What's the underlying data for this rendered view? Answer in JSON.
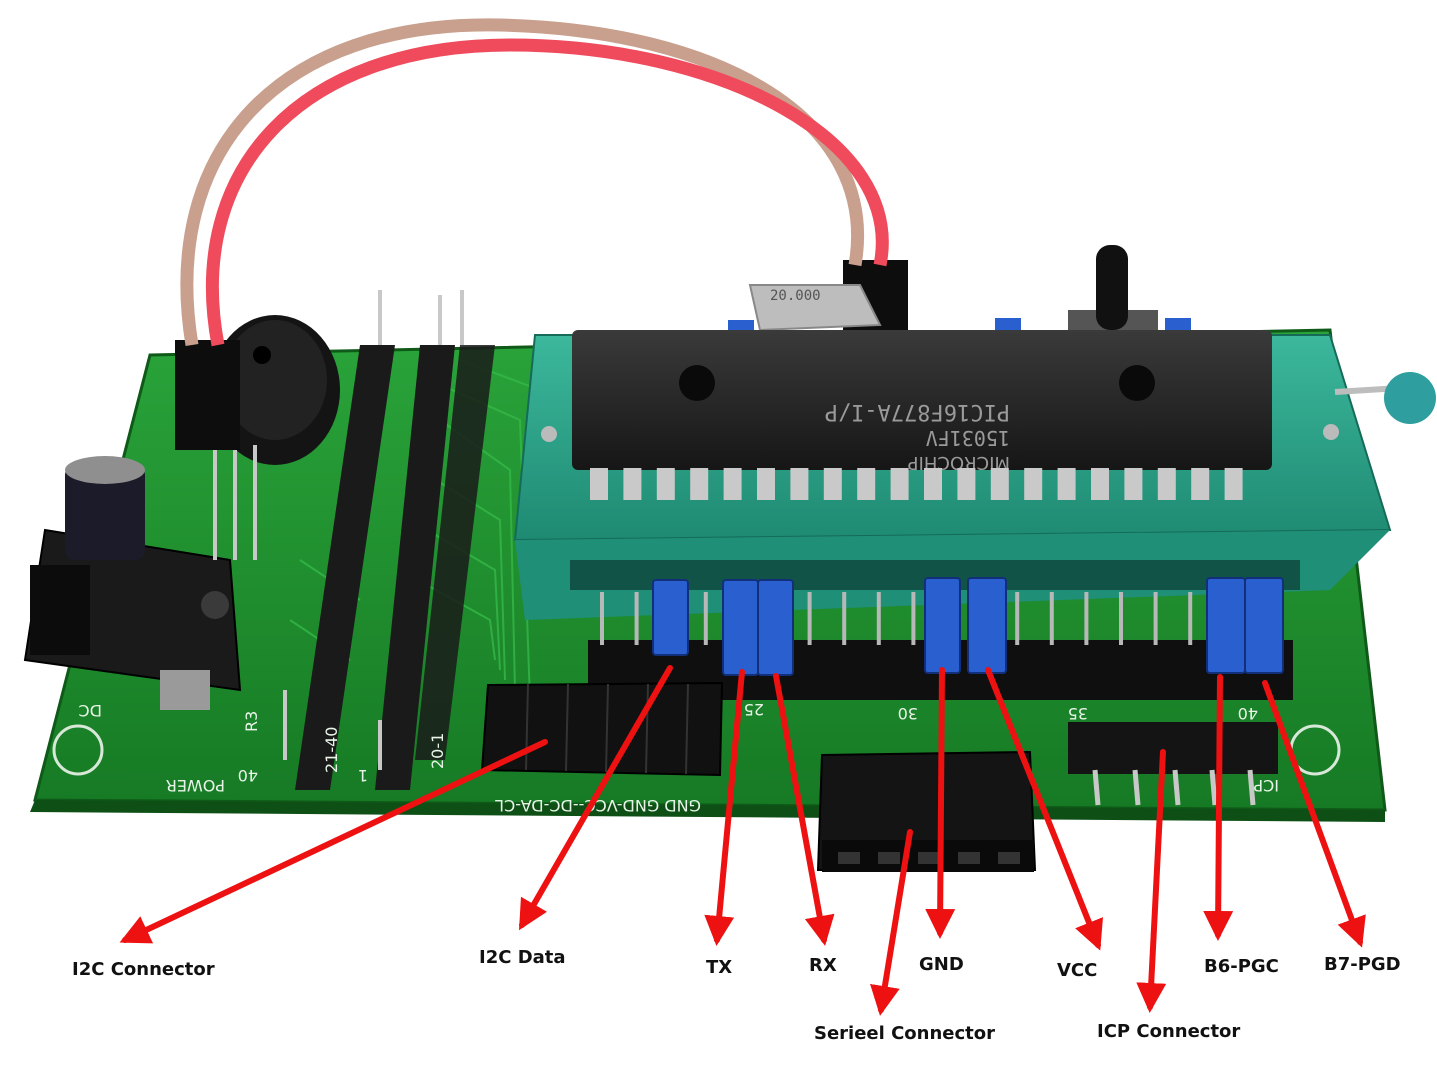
{
  "labels": {
    "i2c_connector": "I2C Connector",
    "i2c_data": "I2C Data",
    "tx": "TX",
    "rx": "RX",
    "gnd": "GND",
    "vcc": "VCC",
    "b6_pgc": "B6-PGC",
    "b7_pgd": "B7-PGD",
    "serieel_connector": "Serieel Connector",
    "icp_connector": "ICP Connector"
  },
  "board": {
    "chip_line1": "PIC16F877A-I/P",
    "chip_line2": "15031FV",
    "chip_brand": "MICROCHIP",
    "crystal": "20.000",
    "silk_header": "GND GND-VCC--DC-DA-CL",
    "silk_power": "POWER",
    "silk_dc": "DC",
    "silk_r3": "R3",
    "silk_40a": "40",
    "silk_21_40": "21-40",
    "silk_20_1": "20-1",
    "silk_1": "1",
    "silk_25": "25",
    "silk_30": "30",
    "silk_35": "35",
    "silk_40b": "40",
    "silk_icp": "ICP"
  },
  "colors": {
    "arrow": "#ee1111",
    "pcb": "#1f8a2e",
    "socket": "#2fa88c",
    "jumper": "#2a5fd0",
    "chip": "#222222"
  }
}
